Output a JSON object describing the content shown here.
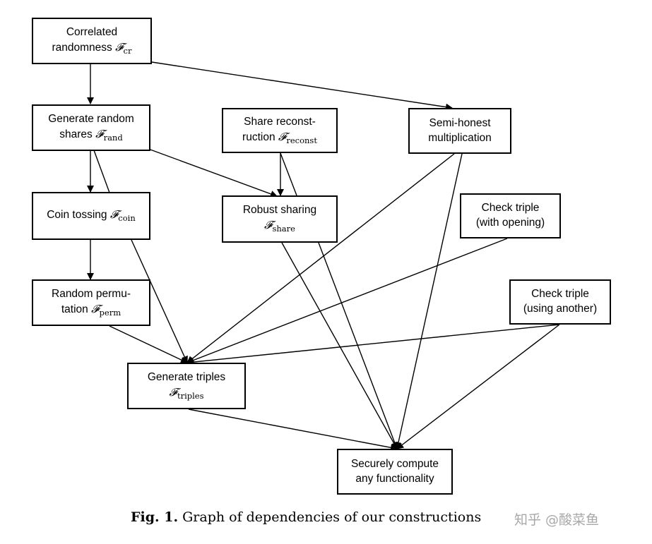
{
  "nodes": {
    "corr": {
      "line1": "Correlated",
      "line2": "randomness ",
      "symbol": "𝓕",
      "sub": "cr"
    },
    "rand": {
      "line1": "Generate random",
      "line2": "shares ",
      "symbol": "𝓕",
      "sub": "rand"
    },
    "reconst": {
      "line1": "Share reconst-",
      "line2": "ruction ",
      "symbol": "𝓕",
      "sub": "reconst"
    },
    "semi": {
      "line1": "Semi-honest",
      "line2": "multiplication"
    },
    "coin": {
      "line1": "Coin tossing ",
      "symbol": "𝓕",
      "sub": "coin"
    },
    "robust": {
      "line1": "Robust sharing",
      "symbol": "𝓕",
      "sub": "share"
    },
    "check_open": {
      "line1": "Check triple",
      "line2": "(with opening)"
    },
    "perm": {
      "line1": "Random permu-",
      "line2": "tation ",
      "symbol": "𝓕",
      "sub": "perm"
    },
    "check_another": {
      "line1": "Check triple",
      "line2": "(using another)"
    },
    "triples": {
      "line1": "Generate triples",
      "symbol": "𝓕",
      "sub": "triples"
    },
    "secure": {
      "line1": "Securely compute",
      "line2": "any functionality"
    }
  },
  "caption": {
    "label": "Fig. 1.",
    "text": " Graph of dependencies of our constructions"
  },
  "watermark": "知乎 @酸菜鱼"
}
